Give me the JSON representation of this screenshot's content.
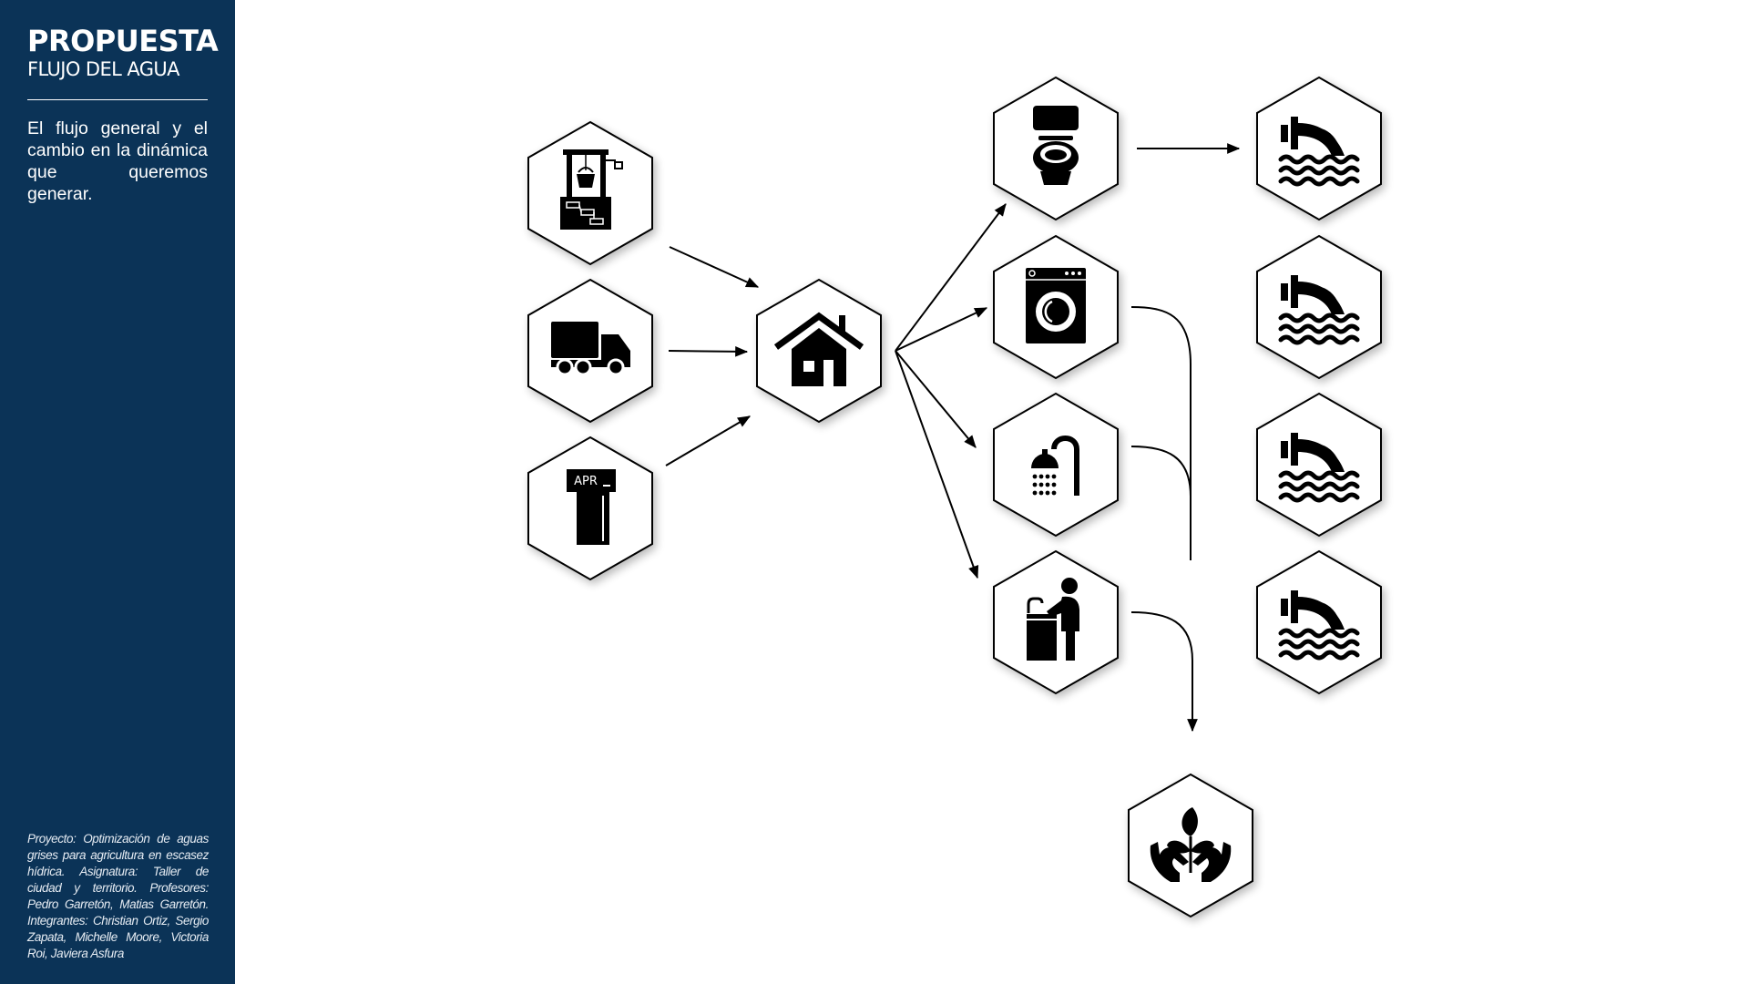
{
  "sidebar": {
    "title": "PROPUESTA",
    "subtitle": "FLUJO DEL AGUA",
    "description": "El flujo general y el cambio en la dinámica que queremos generar.",
    "footer": "Proyecto: Optimización de aguas grises para agricultura en escasez hídrica. Asignatura: Taller de ciudad y territorio. Profesores: Pedro Garretón, Matias Garretón. Integrantes: Christian Ortiz, Sergio Zapata, Michelle Moore, Victoria Roi, Javiera Asfura"
  },
  "nodes": {
    "well": {
      "icon": "well-icon"
    },
    "truck": {
      "icon": "truck-icon"
    },
    "apr": {
      "icon": "water-tower-icon",
      "label": "APR"
    },
    "house": {
      "icon": "house-icon"
    },
    "toilet": {
      "icon": "toilet-icon"
    },
    "washer": {
      "icon": "washing-machine-icon"
    },
    "shower": {
      "icon": "shower-icon"
    },
    "sink": {
      "icon": "person-washing-icon"
    },
    "sewage_1": {
      "icon": "sewage-outfall-icon"
    },
    "sewage_2": {
      "icon": "sewage-outfall-icon"
    },
    "sewage_3": {
      "icon": "sewage-outfall-icon"
    },
    "sewage_4": {
      "icon": "sewage-outfall-icon"
    },
    "agriculture": {
      "icon": "hands-plant-icon"
    }
  },
  "colors": {
    "sidebar": "#0b3357",
    "text": "#ffffff",
    "line": "#000000",
    "icon": "#000000"
  }
}
